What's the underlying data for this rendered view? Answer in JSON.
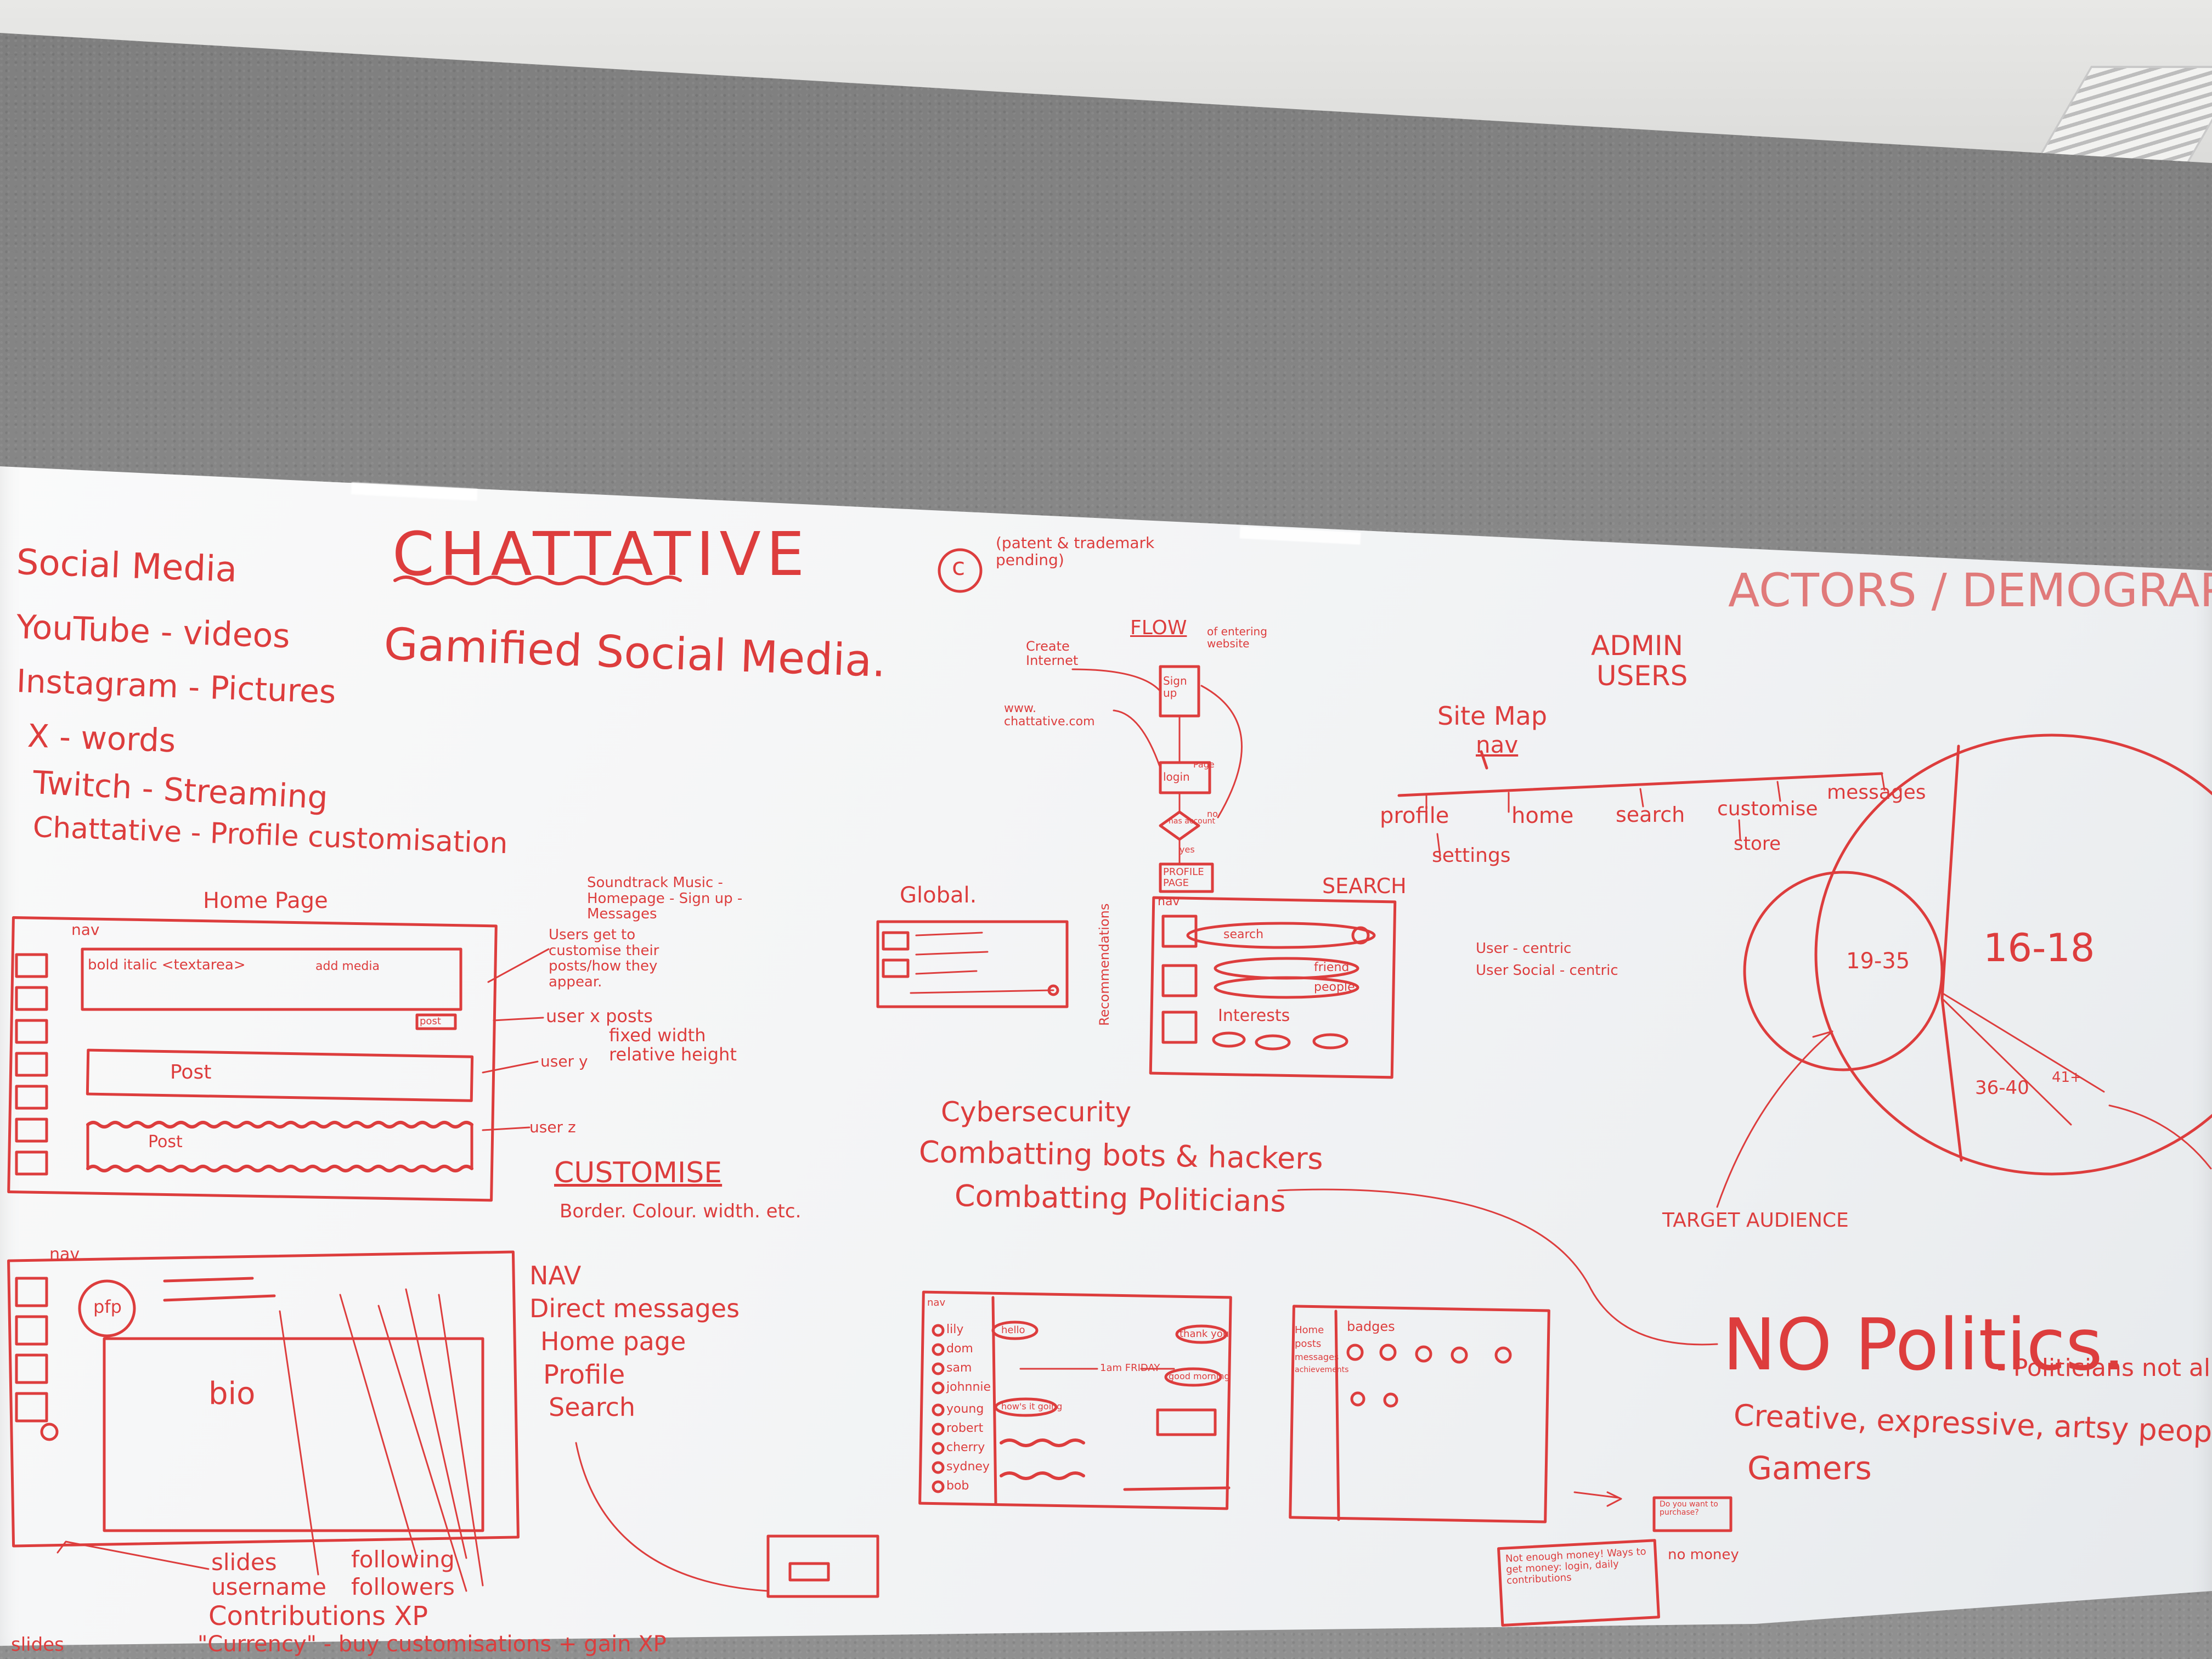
{
  "brand": {
    "title": "CHATTATIVE",
    "copyright_mark": "c",
    "trademark_note": "(patent & trademark pending)",
    "tagline": "Gamified Social Media."
  },
  "platforms": {
    "heading": "Social Media",
    "lines": [
      "YouTube - videos",
      "Instagram - Pictures",
      "X - words",
      "Twitch - Streaming",
      "Chattative - Profile customisation"
    ]
  },
  "homepage": {
    "label": "Home Page",
    "nav": "nav",
    "editor_text": "bold italic <textarea>",
    "add_media": "add media",
    "post_button": "post",
    "post1": "Post",
    "post2": "Post",
    "soundtrack_note": "Soundtrack Music - Homepage - Sign up - Messages"
  },
  "homepage_annotations": {
    "users_customise": "Users get to customise their posts/how they appear.",
    "user_posts": "user x posts",
    "fixed_width": "fixed width",
    "relative_height": "relative height",
    "user_y": "user y",
    "user_z": "user z"
  },
  "customise": {
    "heading": "CUSTOMISE",
    "line": "Border. Colour. width. etc."
  },
  "profile": {
    "nav": "nav",
    "pfp": "pfp",
    "bio": "bio",
    "slides": "slides",
    "username": "username",
    "following": "following",
    "followers": "followers",
    "contributions": "Contributions XP",
    "currency": "\"Currency\" - buy customisations + gain XP",
    "left_slides": "slides"
  },
  "nav_list": {
    "heading": "NAV",
    "items": [
      "Direct messages",
      "Home page",
      "Profile",
      "Search"
    ]
  },
  "flow": {
    "heading": "FLOW",
    "note": "of entering website",
    "create_internet": "Create Internet",
    "www": "www. chattative.com",
    "sign_up": "Sign up",
    "login": "login",
    "page": "Page",
    "has_account": "has account",
    "yes": "yes",
    "no": "no",
    "profile_page": "PROFILE PAGE"
  },
  "global": {
    "label": "Global."
  },
  "search": {
    "heading": "SEARCH",
    "nav": "nav",
    "recommendations": "Recommendations",
    "search_box": "search",
    "friend": "friend",
    "people": "people",
    "interests": "Interests"
  },
  "user_notes": [
    "User - centric",
    "User Social - centric"
  ],
  "cybersecurity": {
    "heading": "Cybersecurity",
    "line1": "Combatting bots & hackers",
    "line2": "Combatting Politicians"
  },
  "actors": {
    "heading": "ACTORS / DEMOGRAPHIC",
    "admin": "ADMIN",
    "users": "USERS"
  },
  "sitemap": {
    "heading": "Site Map",
    "nav": "nav",
    "items": [
      "profile",
      "home",
      "search",
      "customise",
      "messages"
    ],
    "settings": "settings",
    "store": "store"
  },
  "audience": {
    "segments": [
      "19-35",
      "16-18",
      "36-40",
      "41+"
    ],
    "label": "TARGET AUDIENCE"
  },
  "policy": {
    "no_politics": "NO Politics.",
    "politicians": "- Politicians not all",
    "creative": "Creative, expressive, artsy people",
    "gamers": "Gamers"
  },
  "messages_ui": {
    "nav": "nav",
    "contacts": [
      "lily",
      "dom",
      "sam",
      "johnnie",
      "young",
      "robert",
      "cherry",
      "sydney",
      "bob"
    ],
    "hello": "hello",
    "thank_you": "thank you",
    "day_label": "1am FRIDAY",
    "good_morning": "good morning",
    "bubble": "how's it going"
  },
  "badges_ui": {
    "menu": [
      "Home",
      "posts",
      "messages",
      "achievements"
    ],
    "heading": "badges"
  },
  "small_notes": {
    "not_enough": "Not enough money! Ways to get money: login, daily contributions",
    "do_you_want": "Do you want to purchase?",
    "no_money": "no money"
  }
}
